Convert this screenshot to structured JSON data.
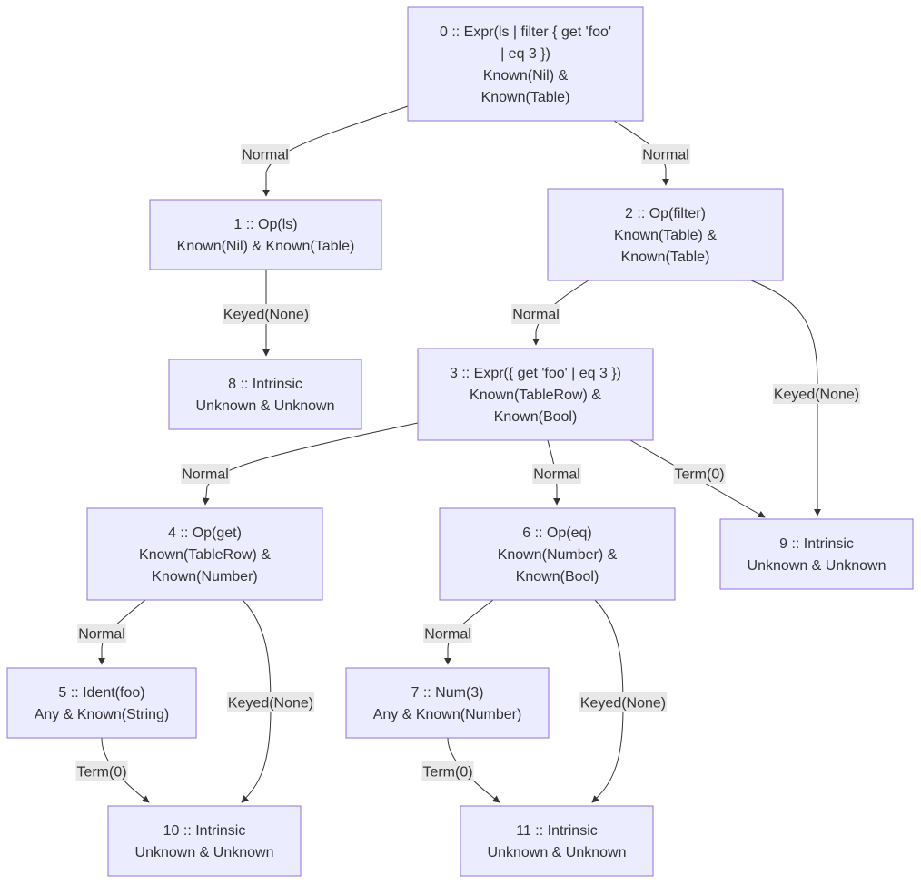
{
  "nodes": [
    {
      "id": "n0",
      "lines": [
        "0 :: Expr(ls | filter { get 'foo'",
        "| eq 3 })",
        "Known(Nil) &",
        "Known(Table)"
      ]
    },
    {
      "id": "n1",
      "lines": [
        "1 :: Op(ls)",
        "Known(Nil) & Known(Table)"
      ]
    },
    {
      "id": "n2",
      "lines": [
        "2 :: Op(filter)",
        "Known(Table) &",
        "Known(Table)"
      ]
    },
    {
      "id": "n8",
      "lines": [
        "8 :: Intrinsic",
        "Unknown & Unknown"
      ]
    },
    {
      "id": "n3",
      "lines": [
        "3 :: Expr({ get 'foo' | eq 3 })",
        "Known(TableRow) &",
        "Known(Bool)"
      ]
    },
    {
      "id": "n4",
      "lines": [
        "4 :: Op(get)",
        "Known(TableRow) &",
        "Known(Number)"
      ]
    },
    {
      "id": "n6",
      "lines": [
        "6 :: Op(eq)",
        "Known(Number) &",
        "Known(Bool)"
      ]
    },
    {
      "id": "n9",
      "lines": [
        "9 :: Intrinsic",
        "Unknown & Unknown"
      ]
    },
    {
      "id": "n5",
      "lines": [
        "5 :: Ident(foo)",
        "Any & Known(String)"
      ]
    },
    {
      "id": "n7",
      "lines": [
        "7 :: Num(3)",
        "Any & Known(Number)"
      ]
    },
    {
      "id": "n10",
      "lines": [
        "10 :: Intrinsic",
        "Unknown & Unknown"
      ]
    },
    {
      "id": "n11",
      "lines": [
        "11 :: Intrinsic",
        "Unknown & Unknown"
      ]
    }
  ],
  "edges": [
    {
      "from": "n0",
      "to": "n1",
      "label": "Normal"
    },
    {
      "from": "n0",
      "to": "n2",
      "label": "Normal"
    },
    {
      "from": "n1",
      "to": "n8",
      "label": "Keyed(None)"
    },
    {
      "from": "n2",
      "to": "n3",
      "label": "Normal"
    },
    {
      "from": "n2",
      "to": "n9",
      "label": "Keyed(None)"
    },
    {
      "from": "n3",
      "to": "n4",
      "label": "Normal"
    },
    {
      "from": "n3",
      "to": "n6",
      "label": "Normal"
    },
    {
      "from": "n3",
      "to": "n9",
      "label": "Term(0)"
    },
    {
      "from": "n4",
      "to": "n5",
      "label": "Normal"
    },
    {
      "from": "n4",
      "to": "n10",
      "label": "Keyed(None)"
    },
    {
      "from": "n6",
      "to": "n7",
      "label": "Normal"
    },
    {
      "from": "n6",
      "to": "n11",
      "label": "Keyed(None)"
    },
    {
      "from": "n5",
      "to": "n10",
      "label": "Term(0)"
    },
    {
      "from": "n7",
      "to": "n11",
      "label": "Term(0)"
    }
  ]
}
